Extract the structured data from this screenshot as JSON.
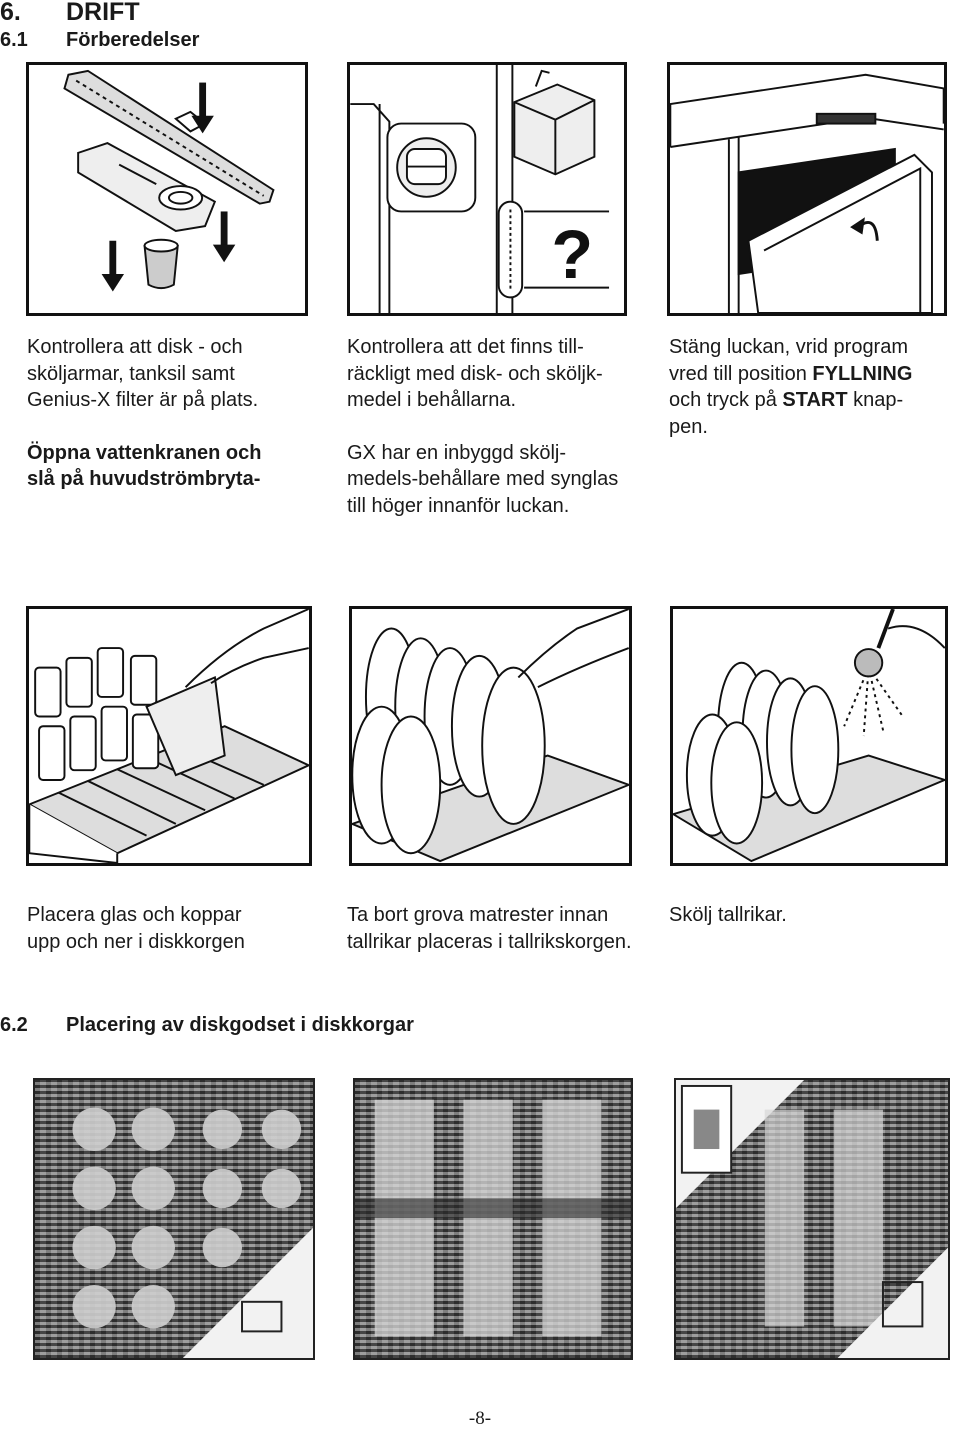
{
  "section": {
    "number": "6.",
    "title": "DRIFT"
  },
  "subsection_1": {
    "number": "6.1",
    "title": "Förberedelser"
  },
  "captions_row1": {
    "col1": {
      "para1": [
        "Kontrollera att disk - och",
        "sköljarmar, tanksil  samt",
        "Genius-X filter är på plats."
      ],
      "para2": [
        "Öppna vattenkranen och",
        "slå på huvudströmbryta-"
      ]
    },
    "col2": {
      "para1": [
        "Kontrollera att det finns till-",
        "räckligt med disk- och sköljk-",
        "medel i behållarna."
      ],
      "para2": [
        "GX har en inbyggd skölj-",
        "medels-behållare med synglas",
        "till höger innanför luckan."
      ]
    },
    "col3": {
      "line1": "Stäng luckan, vrid program",
      "line2_pre": "vred till  position ",
      "line2_bold": "FYLLNING",
      "line3_pre": "och tryck på ",
      "line3_bold": "START",
      "line3_post": "  knap-",
      "line4": "pen."
    }
  },
  "captions_row2": {
    "col1": [
      "Placera glas och koppar",
      "upp och ner i diskkorgen"
    ],
    "col2": [
      "Ta bort grova matrester innan",
      "tallrikar placeras i tallrikskorgen."
    ],
    "col3": [
      "Skölj tallrikar."
    ]
  },
  "subsection_2": {
    "number": "6.2",
    "title": "Placering av diskgodset i diskkorgar"
  },
  "figure2_question_mark": "?",
  "page_number": "-8-"
}
